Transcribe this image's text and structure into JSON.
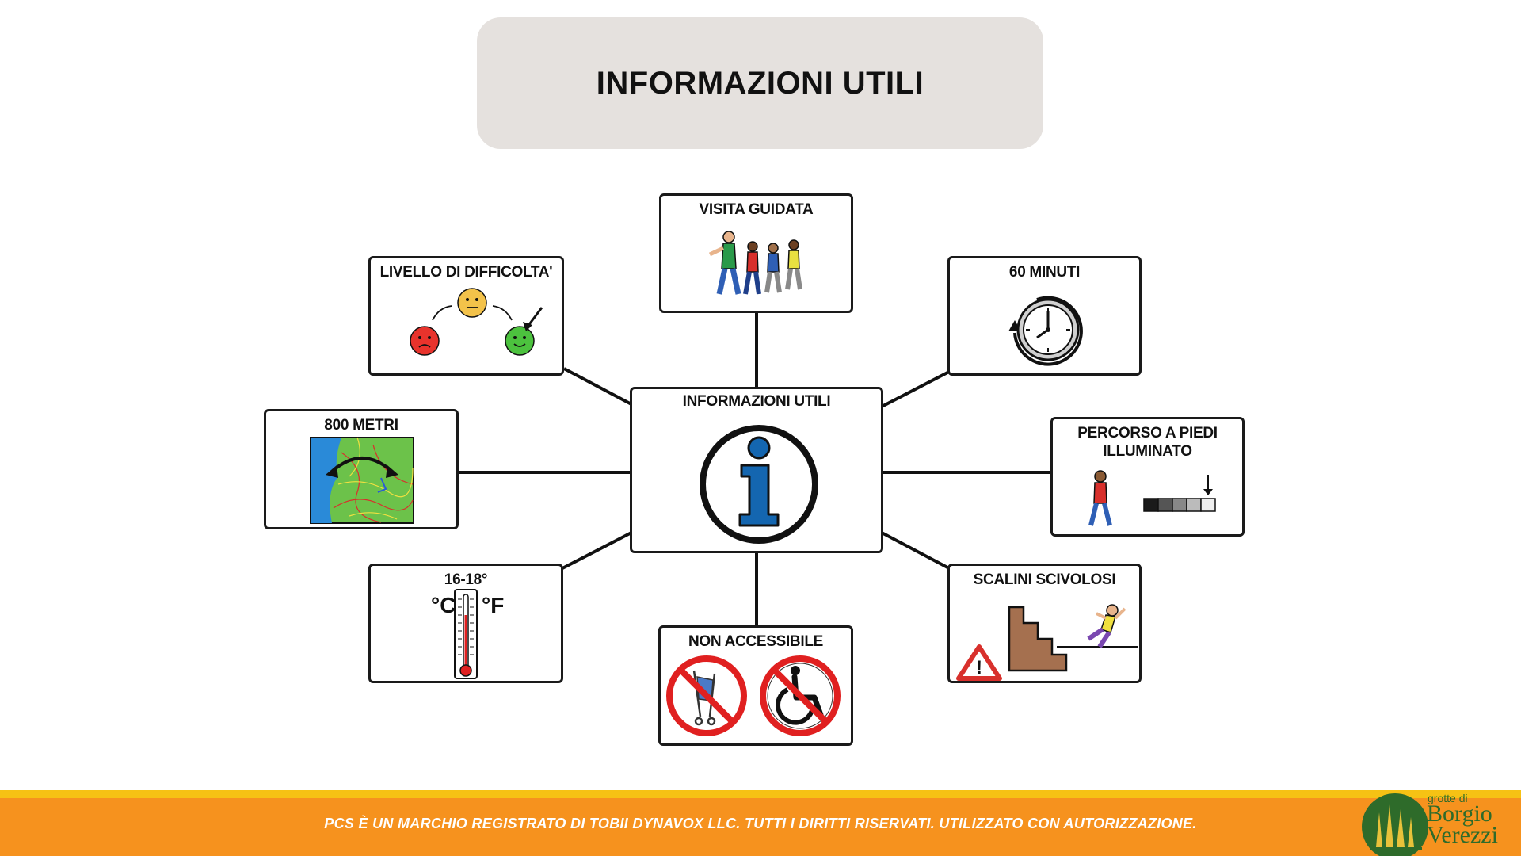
{
  "header": {
    "title": "INFORMAZIONI UTILI"
  },
  "diagram": {
    "center": {
      "label": "INFORMAZIONI UTILI"
    },
    "nodes": {
      "guided_tour": {
        "label": "VISITA GUIDATA"
      },
      "duration": {
        "label": "60 MINUTI"
      },
      "path": {
        "label": "PERCORSO A PIEDI ILLUMINATO"
      },
      "steps": {
        "label": "SCALINI SCIVOLOSI"
      },
      "accessibility": {
        "label": "NON ACCESSIBILE"
      },
      "temperature": {
        "label": "16-18°",
        "celsius": "°C",
        "fahrenheit": "°F"
      },
      "distance": {
        "label": "800 METRI"
      },
      "difficulty": {
        "label": "LIVELLO DI DIFFICOLTA'"
      }
    }
  },
  "footer": {
    "note": "PCS È UN MARCHIO REGISTRATO DI TOBII DYNAVOX LLC. TUTTI I DIRITTI RISERVATI. UTILIZZATO CON AUTORIZZAZIONE.",
    "logo_line1": "grotte di",
    "logo_line2": "Borgio",
    "logo_line3": "Verezzi"
  },
  "colors": {
    "title_bg": "#e5e1de",
    "footer_orange": "#f6921e",
    "footer_yellow": "#f6c214",
    "info_blue": "#1466b0",
    "logo_green": "#2e6b2a"
  }
}
